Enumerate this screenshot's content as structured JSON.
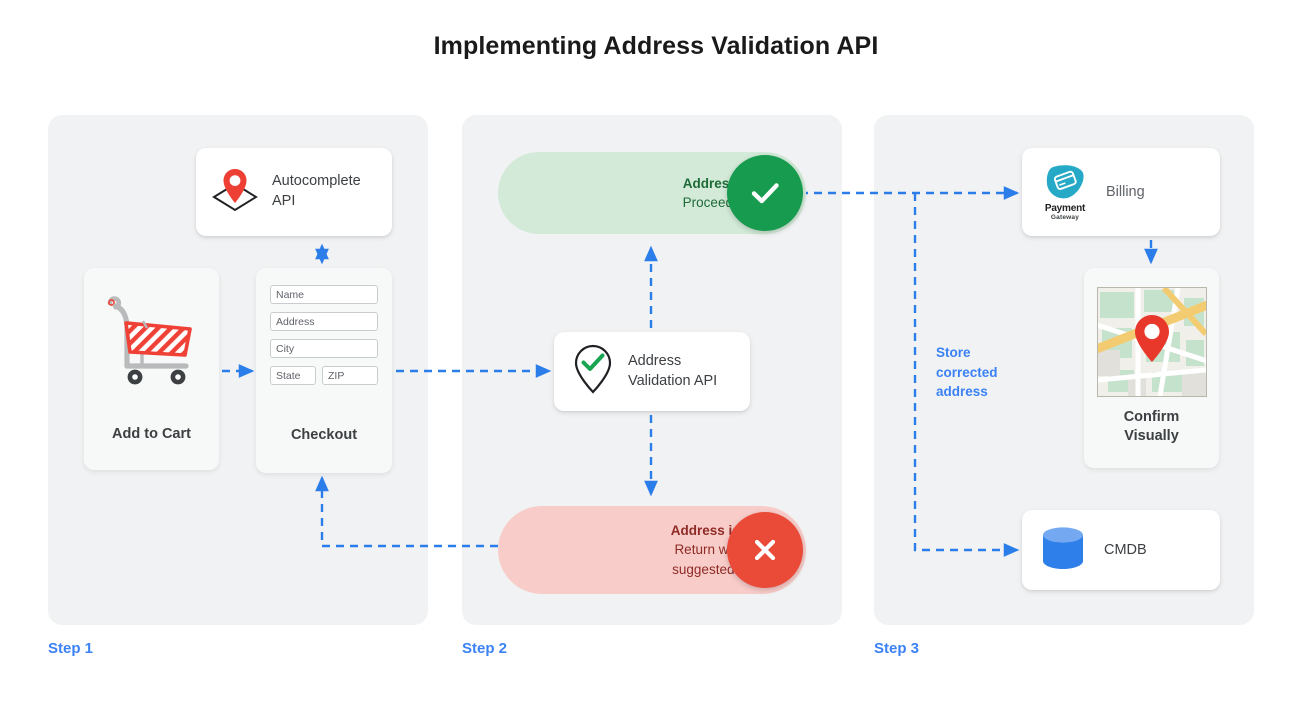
{
  "title": "Implementing Address Validation API",
  "accent_blue": "#3b82f6",
  "steps": [
    {
      "label": "Step 1"
    },
    {
      "label": "Step 2"
    },
    {
      "label": "Step 3"
    }
  ],
  "step1": {
    "autocomplete": {
      "label_line1": "Autocomplete",
      "label_line2": "API",
      "icon": "map-pin-icon"
    },
    "cart": {
      "caption": "Add to Cart",
      "icon": "shopping-cart-icon"
    },
    "checkout": {
      "caption": "Checkout",
      "fields": [
        {
          "name": "name-field",
          "value": "Name"
        },
        {
          "name": "address-field",
          "value": "Address"
        },
        {
          "name": "city-field",
          "value": "City"
        },
        {
          "name": "state-field",
          "value": "State"
        },
        {
          "name": "zip-field",
          "value": "ZIP"
        }
      ]
    }
  },
  "step2": {
    "valid": {
      "line1": "Address is valid.",
      "line2": "Proceed to billing.",
      "badge_icon": "check-icon",
      "badge_color": "#169b4f",
      "background": "#d3ead8"
    },
    "validation_api": {
      "label_line1": "Address",
      "label_line2": "Validation API",
      "icon": "pin-check-icon"
    },
    "invalid": {
      "line1": "Address is invalid.",
      "line2": "Return with Google",
      "line3": "suggested address.",
      "badge_icon": "close-icon",
      "badge_color": "#ea4a38",
      "background": "#f8ccc9"
    }
  },
  "step3": {
    "billing": {
      "label": "Billing",
      "logo_name": "Payment",
      "logo_sub": "Gateway",
      "icon": "payment-gateway-icon"
    },
    "confirm": {
      "caption_line1": "Confirm",
      "caption_line2": "Visually",
      "icon": "map-thumbnail-icon"
    },
    "cmdb": {
      "label": "CMDB",
      "icon": "database-icon"
    },
    "store_note": {
      "line1": "Store",
      "line2": "corrected",
      "line3": "address"
    }
  }
}
